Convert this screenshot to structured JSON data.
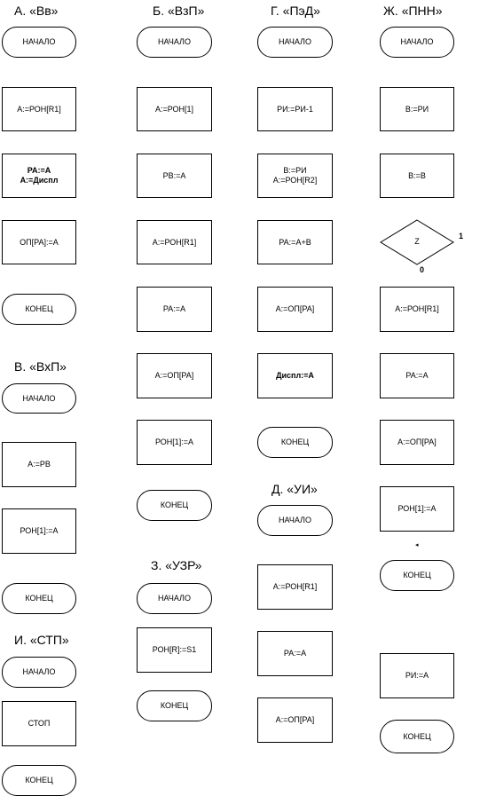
{
  "titles": {
    "a": "А. «Вв»",
    "b": "Б. «ВзП»",
    "g": "Г. «ПэД»",
    "zh": "Ж. «ПНН»",
    "v": "В. «ВхП»",
    "d": "Д. «УИ»",
    "z": "З. «УЗР»",
    "i": "И. «СТП»"
  },
  "a": {
    "start": "НАЧАЛО",
    "s1": "А:=РОН[R1]",
    "s2_l1": "РА:=А",
    "s2_l2": "А:=Диспл",
    "s3": "ОП[РА]:=А",
    "end": "КОНЕЦ"
  },
  "v": {
    "start": "НАЧАЛО",
    "s1": "А:=РВ",
    "s2": "РОН[1]:=А",
    "end": "КОНЕЦ"
  },
  "i": {
    "start": "НАЧАЛО",
    "s1": "СТОП",
    "end": "КОНЕЦ"
  },
  "b": {
    "start": "НАЧАЛО",
    "s1": "А:=РОН[1]",
    "s2": "РВ:=А",
    "s3": "А:=РОН[R1]",
    "s4": "РА:=А",
    "s5": "А:=ОП[РА]",
    "s6": "РОН[1]:=А",
    "end": "КОНЕЦ"
  },
  "z": {
    "start": "НАЧАЛО",
    "s1": "РОН[R]:=S1",
    "end": "КОНЕЦ"
  },
  "g": {
    "start": "НАЧАЛО",
    "s1": "РИ:=РИ-1",
    "s2_l1": "В:=РИ",
    "s2_l2": "А:=РОН[R2]",
    "s3": "РА:=А+В",
    "s4": "А:=ОП[РА]",
    "s5": "Диспл:=А",
    "end": "КОНЕЦ"
  },
  "d": {
    "start": "НАЧАЛО",
    "s1": "А:=РОН[R1]",
    "s2": "РА:=А",
    "s3": "А:=ОП[РА]"
  },
  "zh": {
    "start": "НАЧАЛО",
    "s1": "В:=РИ",
    "s2": "В:=В",
    "cond": "Z",
    "cond_yes": "1",
    "cond_no": "0",
    "s3": "А:=РОН[R1]",
    "s4": "РА:=А",
    "s5": "А:=ОП[РА]",
    "s6": "РОН[1]:=А",
    "marker": "◂",
    "end": "КОНЕЦ",
    "s7": "РИ:=А",
    "end2": "КОНЕЦ"
  }
}
